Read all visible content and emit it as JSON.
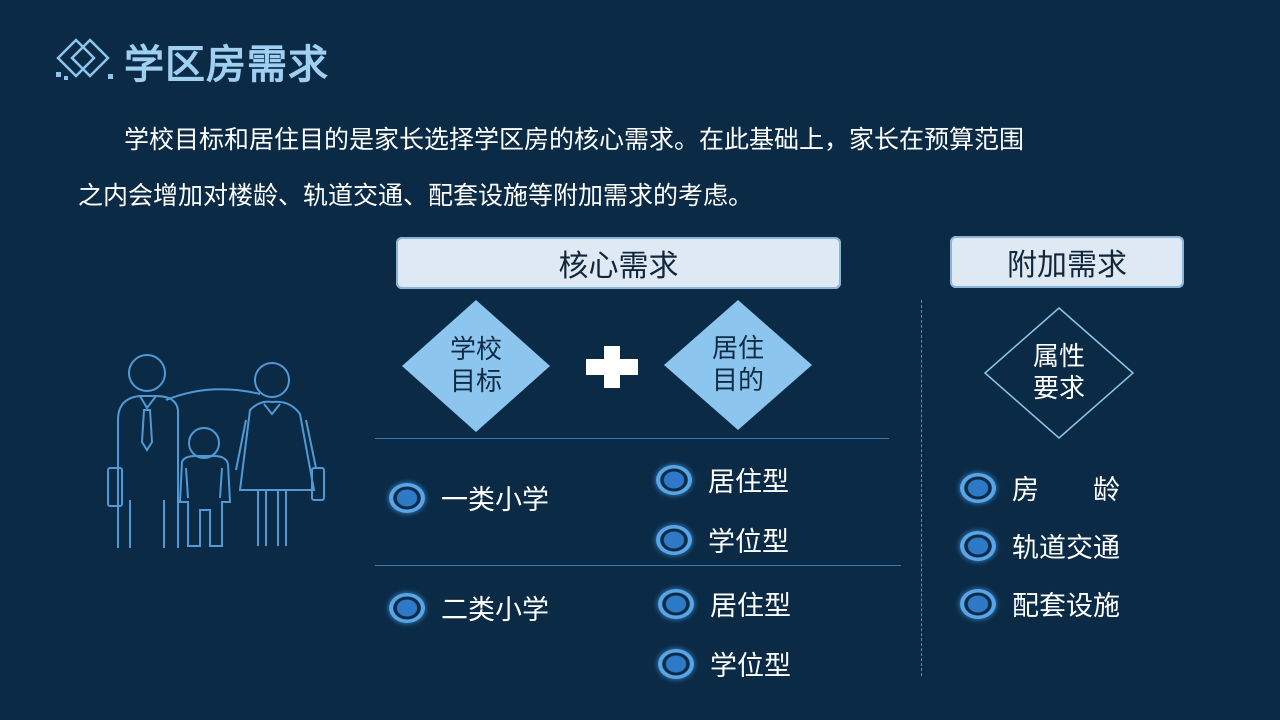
{
  "header": {
    "title": "学区房需求"
  },
  "intro": {
    "line1": "学校目标和居住目的是家长选择学区房的核心需求。在此基础上，家长在预算范围",
    "line2": "之内会增加对楼龄、轨道交通、配套设施等附加需求的考虑。"
  },
  "core": {
    "heading": "核心需求",
    "diamond_left": [
      "学校",
      "目标"
    ],
    "diamond_right": [
      "居住",
      "目的"
    ],
    "groups": [
      {
        "school": "一类小学",
        "types": [
          "居住型",
          "学位型"
        ]
      },
      {
        "school": "二类小学",
        "types": [
          "居住型",
          "学位型"
        ]
      }
    ]
  },
  "extra": {
    "heading": "附加需求",
    "diamond": [
      "属性",
      "要求"
    ],
    "items": [
      "房　　龄",
      "轨道交通",
      "配套设施"
    ]
  },
  "colors": {
    "background": "#0b2a45",
    "accent": "#8cc6ee",
    "pill": "#dfe9f4"
  }
}
